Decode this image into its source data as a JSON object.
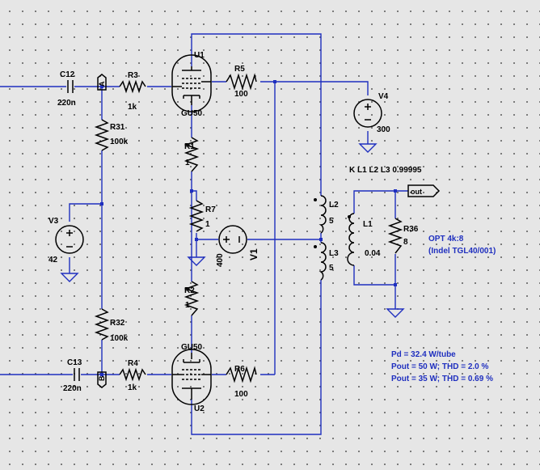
{
  "components": {
    "c12": {
      "name": "C12",
      "value": "220n"
    },
    "c13": {
      "name": "C13",
      "value": "220n"
    },
    "r3": {
      "name": "R3",
      "value": "1k"
    },
    "r4": {
      "name": "R4",
      "value": "1k"
    },
    "r31": {
      "name": "R31",
      "value": "100k"
    },
    "r32": {
      "name": "R32",
      "value": "100k"
    },
    "r1": {
      "name": "R1",
      "value": "1"
    },
    "r2": {
      "name": "R2",
      "value": "1"
    },
    "r5": {
      "name": "R5",
      "value": "100"
    },
    "r6": {
      "name": "R6",
      "value": "100"
    },
    "r7": {
      "name": "R7",
      "value": "1"
    },
    "r36": {
      "name": "R36",
      "value": "8"
    },
    "u1": {
      "name": "U1",
      "model": "GU50"
    },
    "u2": {
      "name": "U2",
      "model": "GU50"
    },
    "v1": {
      "name": "V1",
      "value": "400"
    },
    "v3": {
      "name": "V3",
      "value": "42"
    },
    "v4": {
      "name": "V4",
      "value": "300"
    },
    "l1": {
      "name": "L1",
      "value": "0.04"
    },
    "l2": {
      "name": "L2",
      "value": "5"
    },
    "l3": {
      "name": "L3",
      "value": "5"
    }
  },
  "nets": {
    "in_a": "A",
    "in_b": "B",
    "out": "out"
  },
  "directives": {
    "coupling": "K L1 L2 L3 0.99995"
  },
  "notes": {
    "opt_line1": "OPT 4k:8",
    "opt_line2": "(Indel TGL40/001)",
    "results": [
      "Pd = 32.4 W/tube",
      "Pout = 50 W; THD = 2.0 %",
      "Pout = 35 W; THD = 0.69 %"
    ]
  },
  "colors": {
    "wire": "#1f2fbf",
    "component": "#000000",
    "background": "#e6e6e6"
  }
}
